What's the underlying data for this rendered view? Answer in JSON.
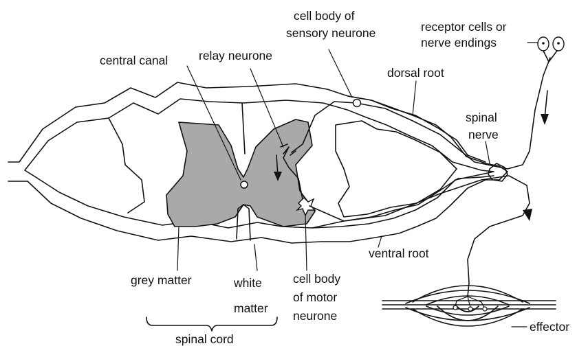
{
  "labels": {
    "cell_body_sensory_1": "cell body of",
    "cell_body_sensory_2": "sensory neurone",
    "receptor_1": "receptor cells or",
    "receptor_2": "nerve endings",
    "central_canal": "central canal",
    "relay_neurone": "relay neurone",
    "dorsal_root": "dorsal root",
    "spinal_nerve_1": "spinal",
    "spinal_nerve_2": "nerve",
    "ventral_root": "ventral root",
    "grey_matter": "grey matter",
    "white_matter_1": "white",
    "white_matter_2": "matter",
    "cell_body_motor_1": "cell body",
    "cell_body_motor_2": "of motor",
    "cell_body_motor_3": "neurone",
    "effector": "effector",
    "spinal_cord": "spinal cord"
  },
  "colors": {
    "grey_matter_fill": "#a9a9a9",
    "line": "#111111"
  }
}
